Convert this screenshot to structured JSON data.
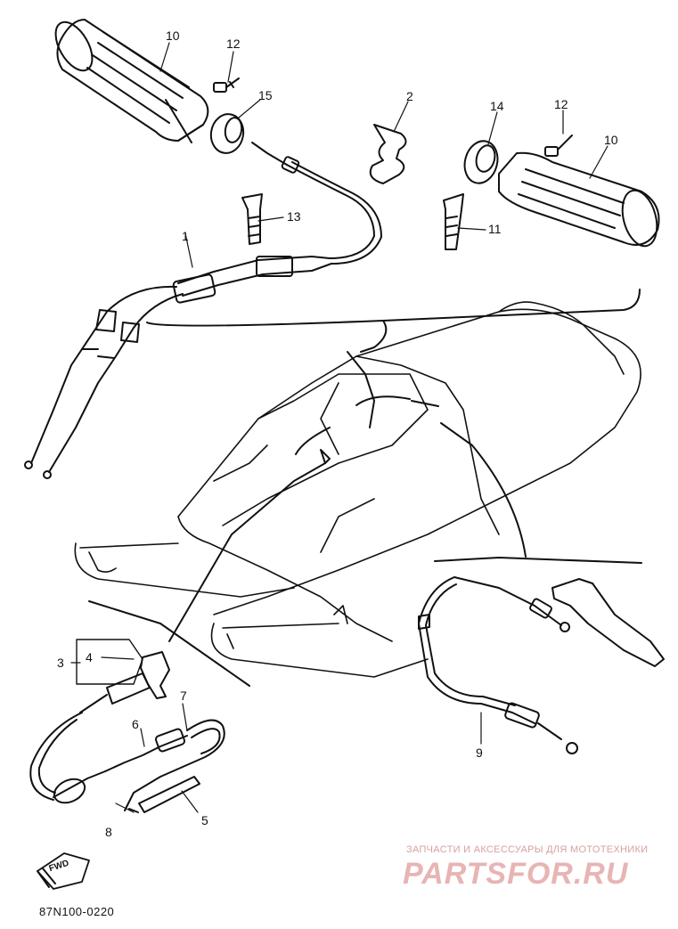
{
  "diagram": {
    "part_numbers": {
      "n1": "1",
      "n2": "2",
      "n3": "3",
      "n4": "4",
      "n5": "5",
      "n6": "6",
      "n7": "7",
      "n8": "8",
      "n9": "9",
      "n10a": "10",
      "n10b": "10",
      "n11": "11",
      "n12a": "12",
      "n12b": "12",
      "n13": "13",
      "n14": "14",
      "n15": "15"
    },
    "fwd_label": "FWD",
    "drawing_code": "87N100-0220"
  },
  "watermark": {
    "tagline": "ЗАПЧАСТИ И АКСЕССУАРЫ ДЛЯ МОТОТЕХНИКИ",
    "brand": "PARTSFOR.RU",
    "color": "#e8b4b4"
  }
}
